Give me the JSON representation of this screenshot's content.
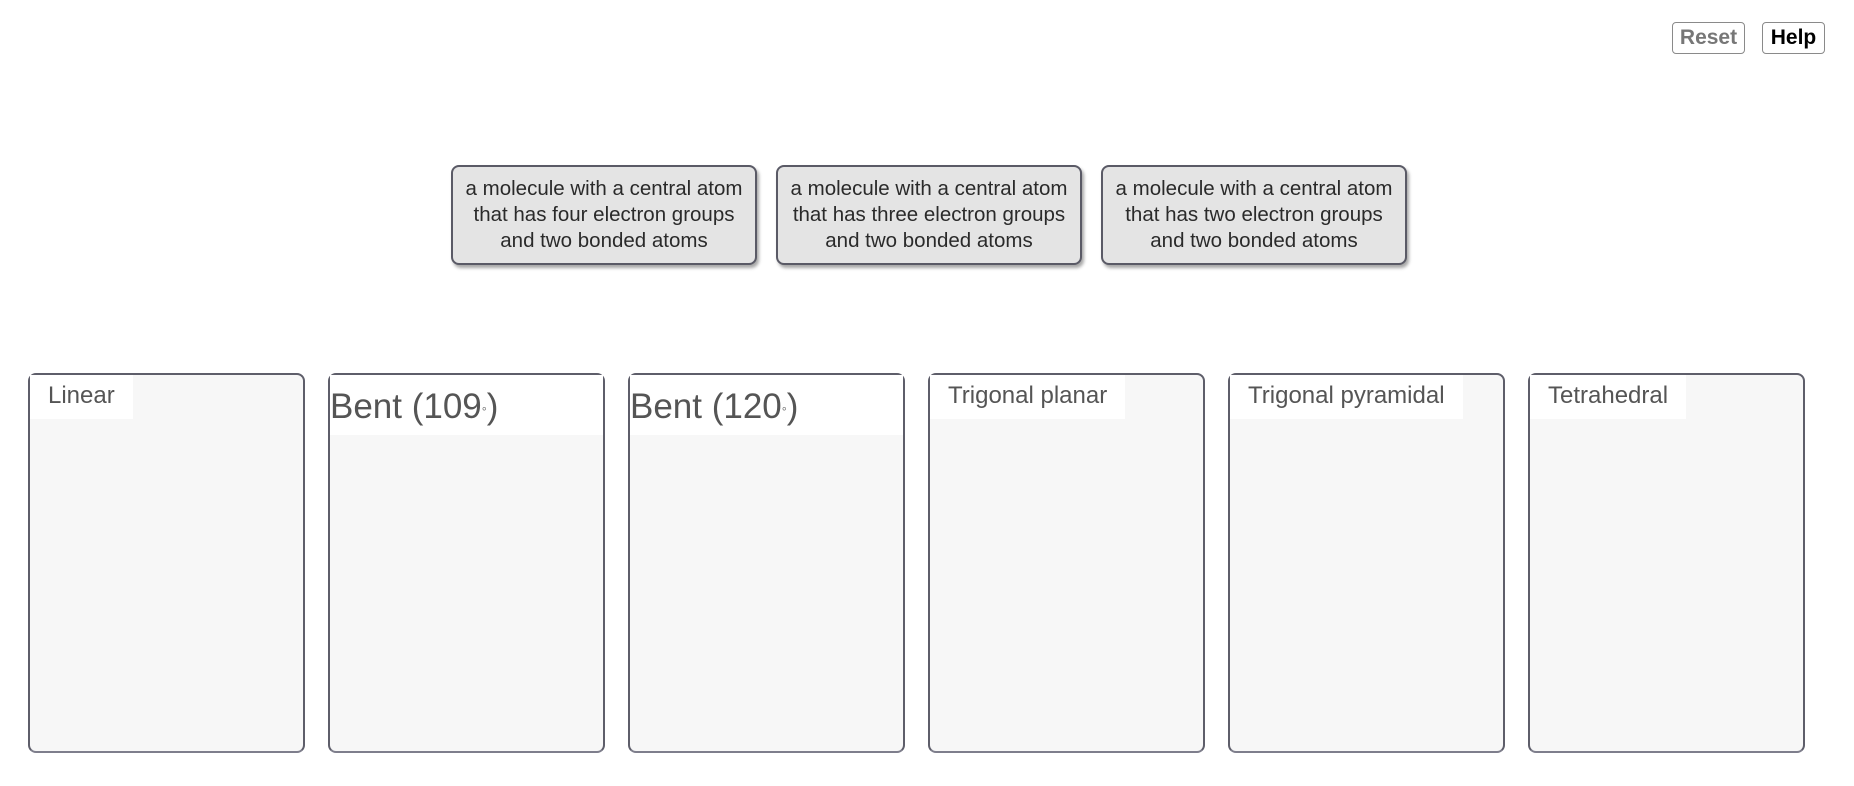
{
  "toolbar": {
    "reset_label": "Reset",
    "help_label": "Help"
  },
  "cards": [
    {
      "text": "a molecule with a central atom that has four electron groups and two bonded atoms"
    },
    {
      "text": "a molecule with a central atom that has three electron groups and two bonded atoms"
    },
    {
      "text": "a molecule with a central atom that has two electron groups and two bonded atoms"
    }
  ],
  "bins": [
    {
      "label": "Linear"
    },
    {
      "label": "Bent (109",
      "degree": "°",
      "suffix": ")"
    },
    {
      "label": "Bent (120",
      "degree": "°",
      "suffix": ")"
    },
    {
      "label": "Trigonal planar"
    },
    {
      "label": "Trigonal pyramidal"
    },
    {
      "label": "Tetrahedral"
    }
  ]
}
